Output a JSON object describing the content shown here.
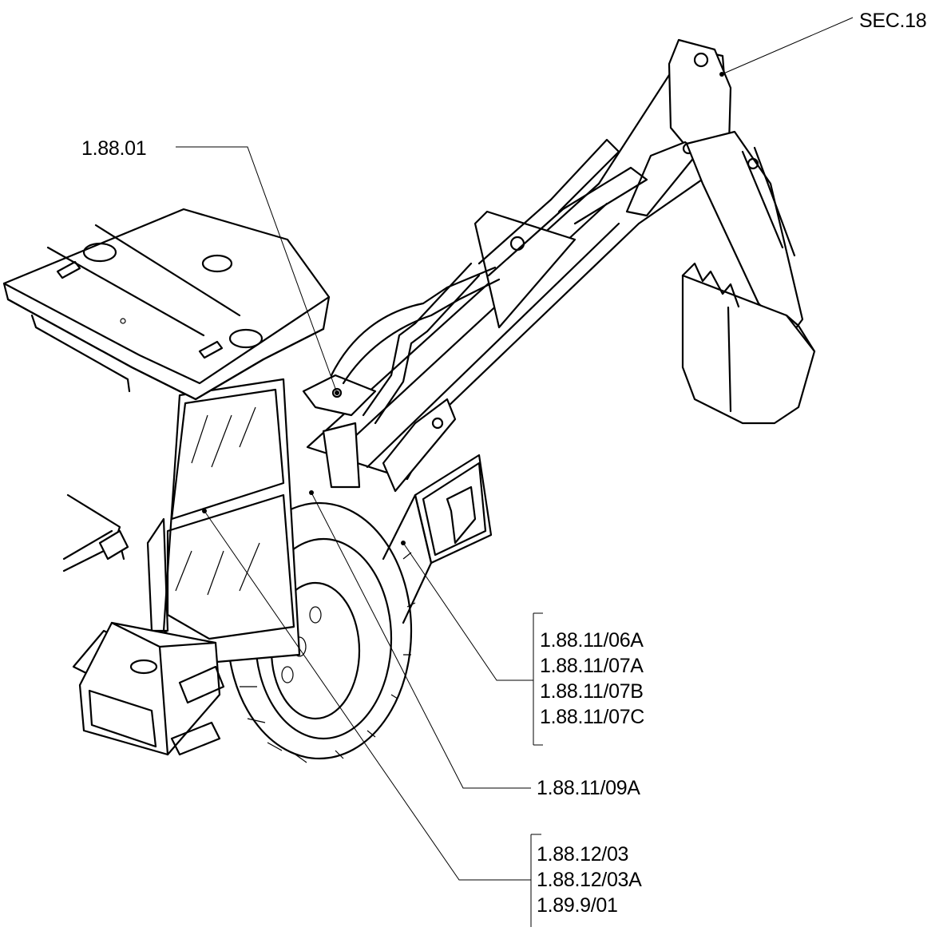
{
  "callouts": {
    "sec18": "SEC.18",
    "c18801": "1.88.01",
    "group_a": [
      "1.88.11/06A",
      "1.88.11/07A",
      "1.88.11/07B",
      "1.88.11/07C"
    ],
    "c1881109a": "1.88.11/09A",
    "group_b": [
      "1.88.12/03",
      "1.88.12/03A",
      "1.89.9/01"
    ]
  }
}
